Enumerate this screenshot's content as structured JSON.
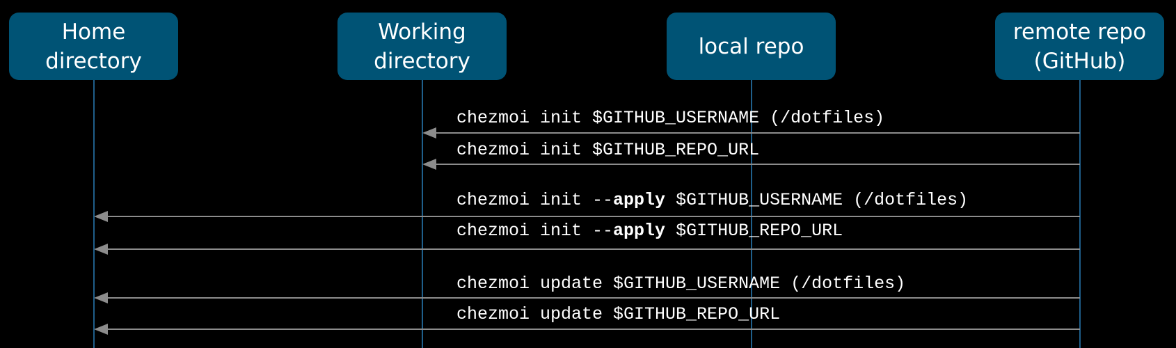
{
  "colors": {
    "background": "#000000",
    "box_fill": "#005375",
    "box_text": "#ffffff",
    "lifeline": "#1f5f8b",
    "arrow": "#8c8c8c",
    "command_text": "#ffffff"
  },
  "participants": [
    {
      "id": "home",
      "label": "Home\ndirectory"
    },
    {
      "id": "working",
      "label": "Working\ndirectory"
    },
    {
      "id": "local",
      "label": "local repo"
    },
    {
      "id": "remote",
      "label": "remote repo\n(GitHub)"
    }
  ],
  "messages": [
    {
      "from": "remote",
      "to": "working",
      "parts": [
        {
          "text": "chezmoi init $GITHUB_USERNAME (/dotfiles)",
          "bold": false
        }
      ]
    },
    {
      "from": "remote",
      "to": "working",
      "parts": [
        {
          "text": "chezmoi init $GITHUB_REPO_URL",
          "bold": false
        }
      ]
    },
    {
      "from": "remote",
      "to": "home",
      "parts": [
        {
          "text": "chezmoi init --",
          "bold": false
        },
        {
          "text": "apply",
          "bold": true
        },
        {
          "text": " $GITHUB_USERNAME (/dotfiles)",
          "bold": false
        }
      ]
    },
    {
      "from": "remote",
      "to": "home",
      "parts": [
        {
          "text": "chezmoi init --",
          "bold": false
        },
        {
          "text": "apply",
          "bold": true
        },
        {
          "text": " $GITHUB_REPO_URL",
          "bold": false
        }
      ]
    },
    {
      "from": "remote",
      "to": "home",
      "parts": [
        {
          "text": "chezmoi update $GITHUB_USERNAME (/dotfiles)",
          "bold": false
        }
      ]
    },
    {
      "from": "remote",
      "to": "home",
      "parts": [
        {
          "text": "chezmoi update $GITHUB_REPO_URL",
          "bold": false
        }
      ]
    }
  ]
}
